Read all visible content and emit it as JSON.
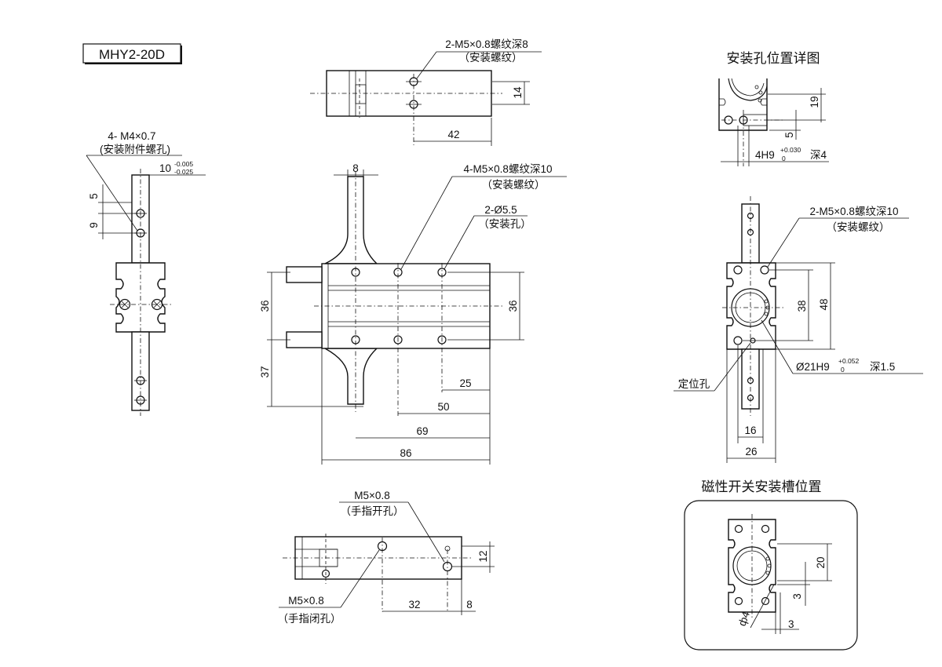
{
  "model": "MHY2-20D",
  "titles": {
    "mount_hole_detail": "安装孔位置详图",
    "switch_slot": "磁性开关安装槽位置"
  },
  "top_view": {
    "callout_line1": "2-M5×0.8螺纹深8",
    "callout_line2": "（安装螺纹）",
    "dim_14": "14",
    "dim_42": "42"
  },
  "left_view": {
    "callout_line1": "4- M4×0.7",
    "callout_line2": "(安装附件螺孔)",
    "tol_base": "10",
    "tol_upper": "-0.005",
    "tol_lower": "-0.025",
    "dim_5": "5",
    "dim_9": "9"
  },
  "front_view": {
    "dim_8": "8",
    "callout_thread_line1": "4-M5×0.8螺纹深10",
    "callout_thread_line2": "（安装螺纹）",
    "callout_hole_line1": "2-Ø5.5",
    "callout_hole_line2": "（安装孔）",
    "dim_36_left": "36",
    "dim_37": "37",
    "dim_36_right": "36",
    "dim_25": "25",
    "dim_50": "50",
    "dim_69": "69",
    "dim_86": "86"
  },
  "bottom_view": {
    "open_line1": "M5×0.8",
    "open_line2": "（手指开孔）",
    "close_line1": "M5×0.8",
    "close_line2": "（手指闭孔）",
    "dim_12": "12",
    "dim_32": "32",
    "dim_8": "8"
  },
  "detail_view": {
    "dim_19": "19",
    "dim_5": "5",
    "hole_base": "4H9",
    "hole_upper": "+0.030",
    "hole_lower": "0",
    "hole_depth": "深4"
  },
  "right_view": {
    "callout_line1": "2-M5×0.8螺纹深10",
    "callout_line2": "（安装螺纹）",
    "dim_38": "38",
    "dim_48": "48",
    "locating_hole": "定位孔",
    "bore_base": "Ø21H9",
    "bore_upper": "+0.052",
    "bore_lower": "0",
    "bore_depth": "深1.5",
    "dim_16": "16",
    "dim_26": "26"
  },
  "switch_view": {
    "dim_20": "20",
    "dim_3a": "3",
    "dim_phi4": "ф4",
    "dim_3b": "3"
  }
}
